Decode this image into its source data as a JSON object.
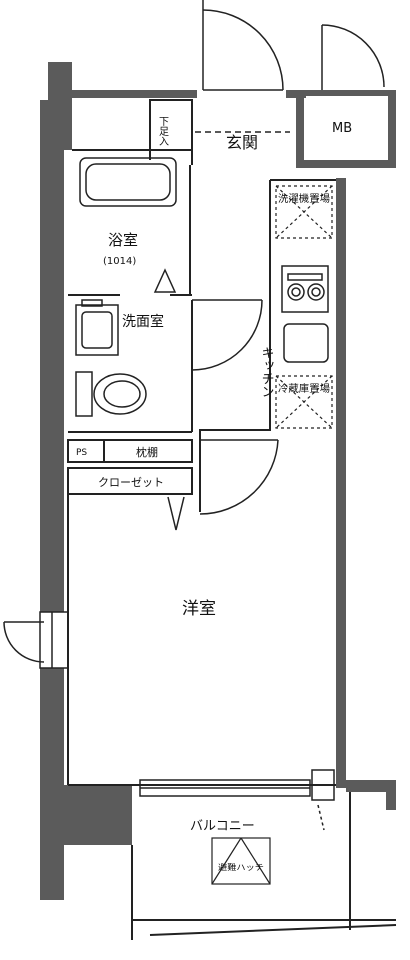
{
  "rooms": {
    "genkan": "玄関",
    "mb": "MB",
    "getabako": "下足入",
    "bath": "浴室",
    "bath_size": "(1014)",
    "washroom": "洗面室",
    "kitchen": "キッチン",
    "washer_space": "洗濯機置場",
    "fridge_space": "冷蔵庫置場",
    "ps": "PS",
    "shelf": "枕棚",
    "closet": "クローゼット",
    "western_room": "洋室",
    "balcony": "バルコニー",
    "hatch": "避難ハッチ"
  },
  "colors": {
    "wall": "#5b5b5b",
    "line": "#222222",
    "background": "#ffffff"
  }
}
